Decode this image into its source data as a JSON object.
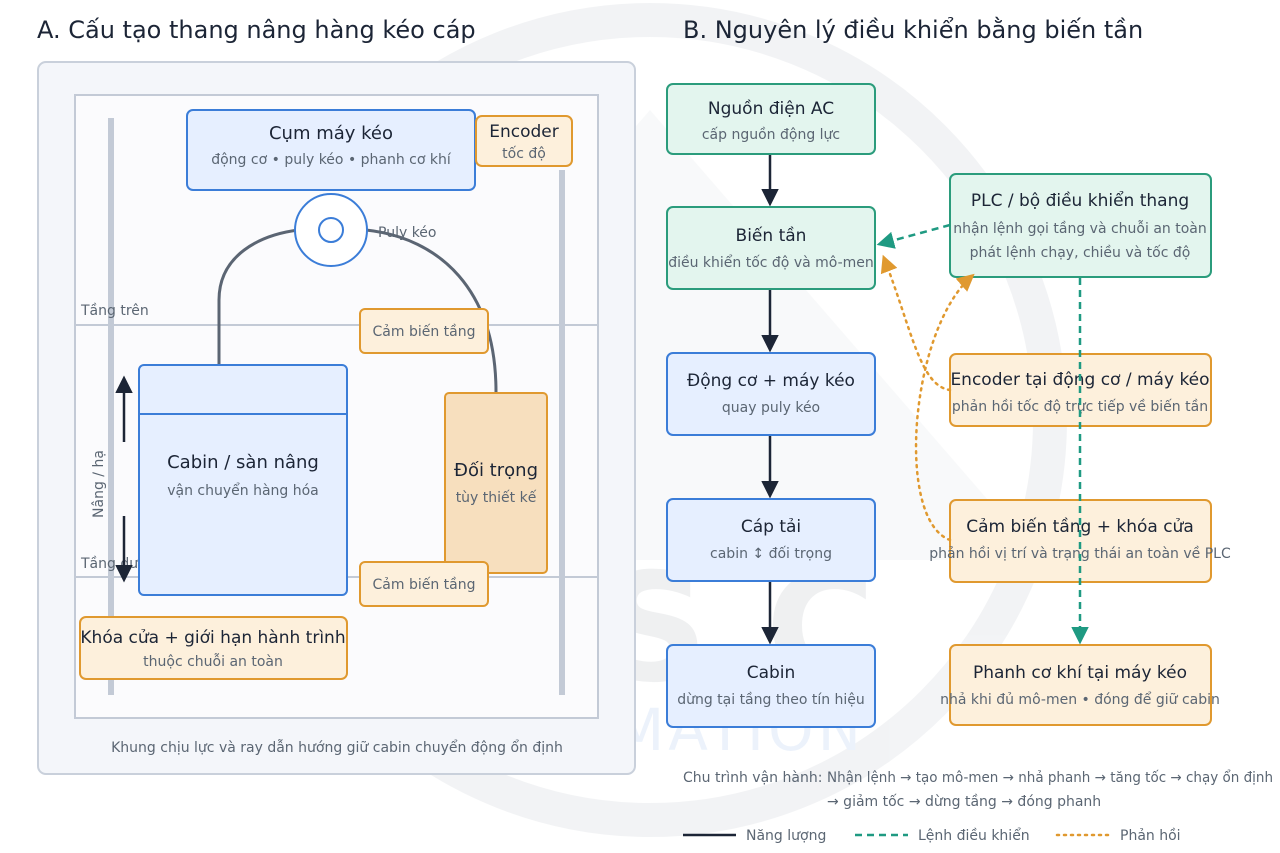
{
  "left": {
    "title": "A. Cấu tạo thang nâng hàng kéo cáp",
    "machine": {
      "title": "Cụm máy kéo",
      "sub": "động cơ • puly kéo • phanh cơ khí"
    },
    "encoder": {
      "title": "Encoder",
      "sub": "tốc độ"
    },
    "pulley_label": "Puly kéo",
    "upper_floor": "Tầng trên",
    "lower_floor": "Tầng dưới",
    "sensor_upper": "Cảm biến tầng",
    "sensor_lower": "Cảm biến tầng",
    "cabin": {
      "title": "Cabin / sàn nâng",
      "sub": "vận chuyển hàng hóa"
    },
    "counterweight": {
      "title": "Đối trọng",
      "sub": "tùy thiết kế"
    },
    "updown_label": "Nâng / hạ",
    "lock": {
      "title": "Khóa cửa + giới hạn hành trình",
      "sub": "thuộc chuỗi an toàn"
    },
    "caption": "Khung chịu lực và ray dẫn hướng giữ cabin chuyển động ổn định"
  },
  "right": {
    "title": "B. Nguyên lý điều khiển bằng biến tần",
    "chain": [
      {
        "title": "Nguồn điện AC",
        "sub": "cấp nguồn động lực"
      },
      {
        "title": "Biến tần",
        "sub": "điều khiển tốc độ và mô-men"
      },
      {
        "title": "Động cơ + máy kéo",
        "sub": "quay puly kéo"
      },
      {
        "title": "Cáp tải",
        "sub": "cabin ↕ đối trọng"
      },
      {
        "title": "Cabin",
        "sub": "dừng tại tầng theo tín hiệu"
      }
    ],
    "plc": {
      "title": "PLC / bộ điều khiển thang",
      "sub1": "nhận lệnh gọi tầng và chuỗi an toàn",
      "sub2": "phát lệnh chạy, chiều và tốc độ"
    },
    "encoder_fb": {
      "title": "Encoder tại động cơ / máy kéo",
      "sub": "phản hồi tốc độ trực tiếp về biến tần"
    },
    "floor_sensor": {
      "title": "Cảm biến tầng + khóa cửa",
      "sub": "phản hồi vị trí và trạng thái an toàn về PLC"
    },
    "brake": {
      "title": "Phanh cơ khí tại máy kéo",
      "sub": "nhả khi đủ mô-men • đóng để giữ cabin"
    },
    "cycle_label": "Chu trình vận hành:",
    "cycle_line1": "Nhận lệnh → tạo mô-men → nhả phanh → tăng tốc → chạy ổn định",
    "cycle_line2": "→ giảm tốc → dừng tầng → đóng phanh",
    "legend": {
      "energy": "Năng lượng",
      "control": "Lệnh điều khiển",
      "feedback": "Phản hồi"
    }
  },
  "watermark": {
    "main": "A.S.C",
    "sub": "AUTOMATION"
  },
  "colors": {
    "blue_stroke": "#3b7dd8",
    "blue_fill": "#e6efff",
    "orange_stroke": "#e0992f",
    "orange_fill": "#fdf0dc",
    "green_stroke": "#2b9c7c",
    "green_fill": "#e3f5ee",
    "energy": "#1c2536",
    "control": "#1f9a82",
    "feedback": "#e0992f"
  }
}
